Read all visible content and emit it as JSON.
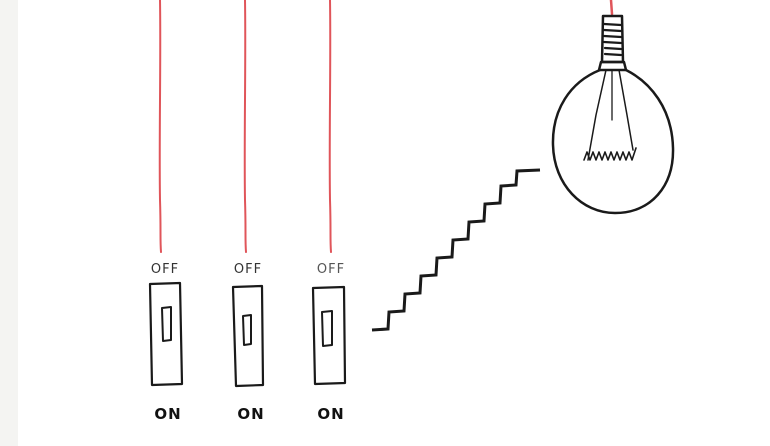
{
  "switches": [
    {
      "off_label": "OFF",
      "on_label": "ON",
      "wire_color": "#e0555a"
    },
    {
      "off_label": "OFF",
      "on_label": "ON",
      "wire_color": "#e0555a"
    },
    {
      "off_label": "OFF",
      "on_label": "ON",
      "wire_color": "#e0555a"
    }
  ],
  "staircase": {
    "icon": "staircase-icon"
  },
  "bulb": {
    "icon": "light-bulb-icon",
    "cord_color": "#e0555a"
  }
}
